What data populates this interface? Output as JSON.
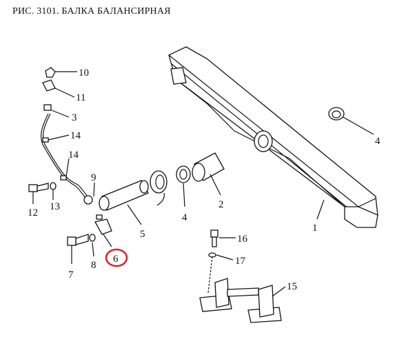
{
  "title": "РИС. 3101. БАЛКА БАЛАНСИРНАЯ",
  "highlight_color": "#e02020",
  "callouts": [
    "10",
    "11",
    "3",
    "14",
    "14",
    "9",
    "13",
    "12",
    "5",
    "2",
    "4",
    "4",
    "1",
    "16",
    "17",
    "6",
    "7",
    "8",
    "15"
  ],
  "highlighted_callout": "6"
}
